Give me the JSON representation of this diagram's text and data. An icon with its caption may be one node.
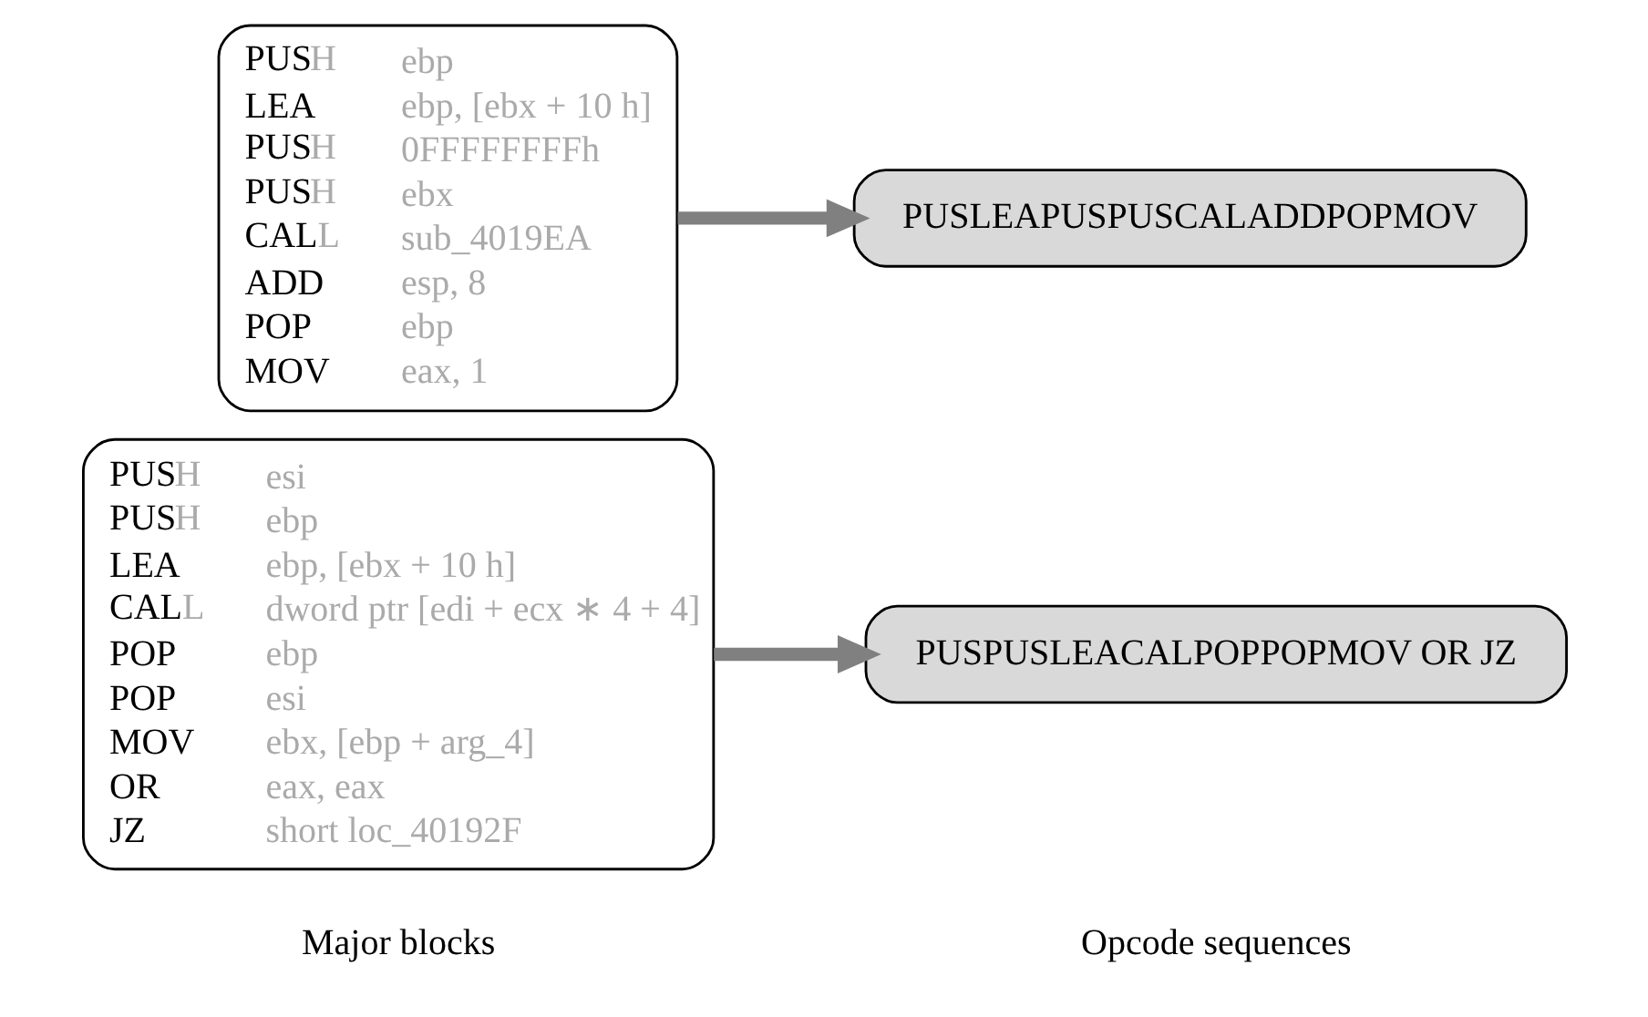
{
  "diagram": {
    "nodes": [
      {
        "text": [
          "PUSH ebp",
          "LEA ebp, [ebx + 10 h]",
          "PUSH 0FFFFFFFFh",
          "PUSH ebx",
          "CALL sub_4019EA",
          "ADD esp, 8",
          "POP ebp",
          "MOV eax, 1"
        ]
      },
      {
        "text": [
          "PUSH esi",
          "PUSH ebp",
          "LEA ebp, [ebx + 10 h]",
          "CALL dword ptr [edi + ecx ∗ 4 + 4]",
          "POP ebp",
          "POP esi",
          "MOV ebx, [ebp + arg_4]",
          "OR eax, eax",
          "JZ short loc_40192F"
        ]
      },
      {
        "text": [
          "PUSLEAPUSPUSCALADDPOPMOV"
        ]
      },
      {
        "text": [
          "PUSPUSLEACALPOPPOPMOV OR JZ"
        ]
      }
    ],
    "edges": [
      {
        "from": 0,
        "to": 2,
        "arrow": "to"
      },
      {
        "from": 1,
        "to": 3,
        "arrow": "to"
      }
    ],
    "labels": [
      "Major blocks",
      "Opcode sequences"
    ]
  }
}
